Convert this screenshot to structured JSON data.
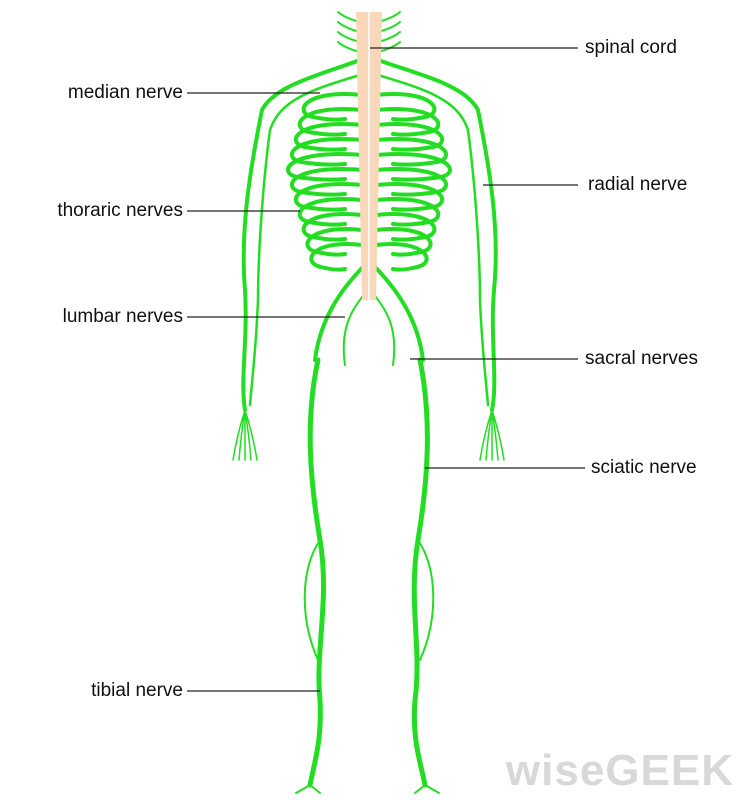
{
  "labels": {
    "spinal_cord": "spinal cord",
    "median_nerve": "median nerve",
    "radial_nerve": "radial nerve",
    "thoracic_nerves": "thoraric nerves",
    "lumbar_nerves": "lumbar nerves",
    "sacral_nerves": "sacral nerves",
    "sciatic_nerve": "sciatic nerve",
    "tibial_nerve": "tibial nerve"
  },
  "watermark": "wiseGEEK",
  "colors": {
    "nerve": "#22dd22",
    "spine": "#f8d8b8",
    "leader": "#222222"
  }
}
